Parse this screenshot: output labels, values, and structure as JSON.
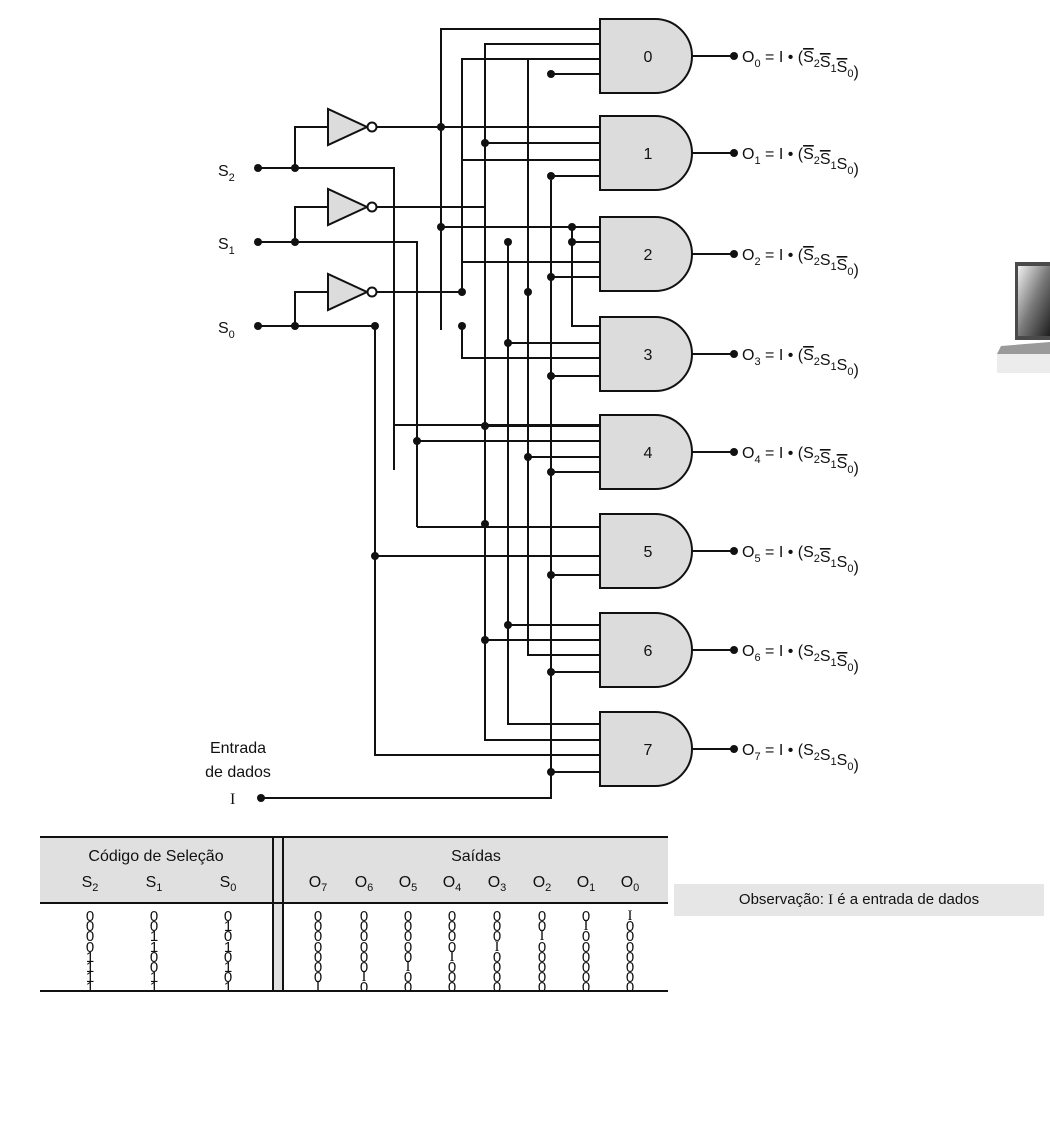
{
  "inputs": {
    "s2": {
      "base": "S",
      "sub": "2"
    },
    "s1": {
      "base": "S",
      "sub": "1"
    },
    "s0": {
      "base": "S",
      "sub": "0"
    },
    "data_line1": "Entrada",
    "data_line2": "de dados",
    "data_symbol": "I"
  },
  "gates": [
    "0",
    "1",
    "2",
    "3",
    "4",
    "5",
    "6",
    "7"
  ],
  "outputs": [
    {
      "o": "O",
      "n": "0",
      "mid": " = I • (",
      "terms": [
        [
          "S",
          "2",
          true
        ],
        [
          "S",
          "1",
          true
        ],
        [
          "S",
          "0",
          true
        ]
      ]
    },
    {
      "o": "O",
      "n": "1",
      "mid": " = I • (",
      "terms": [
        [
          "S",
          "2",
          true
        ],
        [
          "S",
          "1",
          true
        ],
        [
          "S",
          "0",
          false
        ]
      ]
    },
    {
      "o": "O",
      "n": "2",
      "mid": " = I • (",
      "terms": [
        [
          "S",
          "2",
          true
        ],
        [
          "S",
          "1",
          false
        ],
        [
          "S",
          "0",
          true
        ]
      ]
    },
    {
      "o": "O",
      "n": "3",
      "mid": " = I • (",
      "terms": [
        [
          "S",
          "2",
          true
        ],
        [
          "S",
          "1",
          false
        ],
        [
          "S",
          "0",
          false
        ]
      ]
    },
    {
      "o": "O",
      "n": "4",
      "mid": " = I • (",
      "terms": [
        [
          "S",
          "2",
          false
        ],
        [
          "S",
          "1",
          true
        ],
        [
          "S",
          "0",
          true
        ]
      ]
    },
    {
      "o": "O",
      "n": "5",
      "mid": " = I • (",
      "terms": [
        [
          "S",
          "2",
          false
        ],
        [
          "S",
          "1",
          true
        ],
        [
          "S",
          "0",
          false
        ]
      ]
    },
    {
      "o": "O",
      "n": "6",
      "mid": " = I • (",
      "terms": [
        [
          "S",
          "2",
          false
        ],
        [
          "S",
          "1",
          false
        ],
        [
          "S",
          "0",
          true
        ]
      ]
    },
    {
      "o": "O",
      "n": "7",
      "mid": " = I • (",
      "terms": [
        [
          "S",
          "2",
          false
        ],
        [
          "S",
          "1",
          false
        ],
        [
          "S",
          "0",
          false
        ]
      ]
    }
  ],
  "table": {
    "group_left": "Código de Seleção",
    "group_right": "Saídas",
    "left_cols": [
      [
        "S",
        "2"
      ],
      [
        "S",
        "1"
      ],
      [
        "S",
        "0"
      ]
    ],
    "right_cols": [
      [
        "O",
        "7"
      ],
      [
        "O",
        "6"
      ],
      [
        "O",
        "5"
      ],
      [
        "O",
        "4"
      ],
      [
        "O",
        "3"
      ],
      [
        "O",
        "2"
      ],
      [
        "O",
        "1"
      ],
      [
        "O",
        "0"
      ]
    ],
    "rows": [
      {
        "sel": [
          "0",
          "0",
          "0"
        ],
        "out": [
          "0",
          "0",
          "0",
          "0",
          "0",
          "0",
          "0",
          "I"
        ]
      },
      {
        "sel": [
          "0",
          "0",
          "1"
        ],
        "out": [
          "0",
          "0",
          "0",
          "0",
          "0",
          "0",
          "I",
          "0"
        ]
      },
      {
        "sel": [
          "0",
          "1",
          "0"
        ],
        "out": [
          "0",
          "0",
          "0",
          "0",
          "0",
          "I",
          "0",
          "0"
        ]
      },
      {
        "sel": [
          "0",
          "1",
          "1"
        ],
        "out": [
          "0",
          "0",
          "0",
          "0",
          "I",
          "0",
          "0",
          "0"
        ]
      },
      {
        "sel": [
          "1",
          "0",
          "0"
        ],
        "out": [
          "0",
          "0",
          "0",
          "I",
          "0",
          "0",
          "0",
          "0"
        ]
      },
      {
        "sel": [
          "1",
          "0",
          "1"
        ],
        "out": [
          "0",
          "0",
          "I",
          "0",
          "0",
          "0",
          "0",
          "0"
        ]
      },
      {
        "sel": [
          "1",
          "1",
          "0"
        ],
        "out": [
          "0",
          "I",
          "0",
          "0",
          "0",
          "0",
          "0",
          "0"
        ]
      },
      {
        "sel": [
          "1",
          "1",
          "1"
        ],
        "out": [
          "I",
          "0",
          "0",
          "0",
          "0",
          "0",
          "0",
          "0"
        ]
      }
    ]
  },
  "note": {
    "prefix": "Observação: ",
    "symbol": "I",
    "suffix": " é a entrada de dados"
  },
  "colors": {
    "gate_fill": "#dcdcdc",
    "wire": "#111111",
    "panel": "#e0e0e0"
  }
}
